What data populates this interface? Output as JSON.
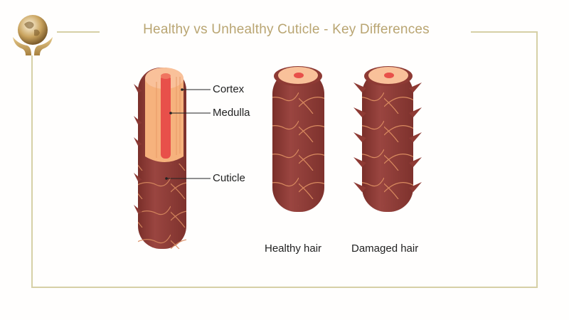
{
  "header": {
    "title": "Healthy vs Unhealthy Cuticle - Key Differences",
    "logo_icon": "globe-in-hands-icon"
  },
  "diagram": {
    "labels": {
      "cortex": "Cortex",
      "medulla": "Medulla",
      "cuticle": "Cuticle"
    },
    "captions": {
      "healthy": "Healthy hair",
      "damaged": "Damaged hair"
    }
  },
  "colors": {
    "title": "#b9a572",
    "frame": "#d6d0a6",
    "cuticle": "#8e3a34",
    "cortex": "#f6b27d",
    "medulla": "#e8504a"
  }
}
